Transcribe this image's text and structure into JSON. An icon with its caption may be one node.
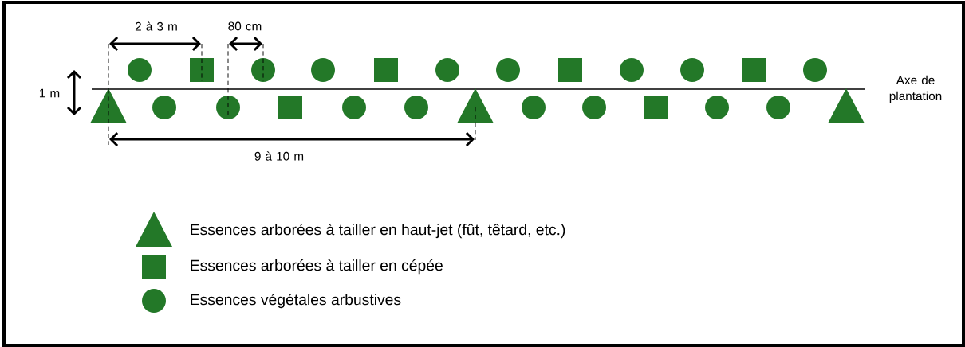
{
  "diagram": {
    "labels": [
      "2 à 3 m",
      "80 cm",
      "1 m",
      "Axe de plantation",
      "9 à 10 m"
    ],
    "legend": [
      {
        "text": "Essences arborées à tailler en haut-jet (fût, têtard, etc.)"
      },
      {
        "text": "Essences arborées à tailler en cépée"
      },
      {
        "text": "Essences végétales arbustives"
      }
    ]
  }
}
